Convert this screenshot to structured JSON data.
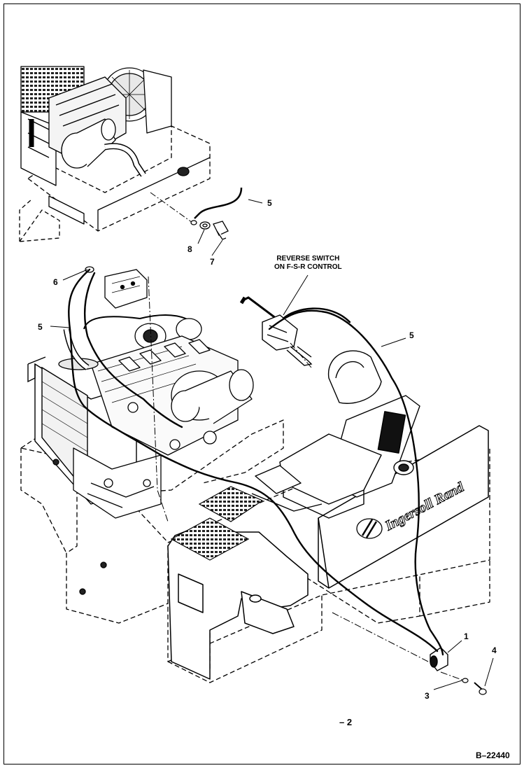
{
  "diagram": {
    "callout_reverse_switch": [
      "REVERSE SWITCH",
      "ON F-S-R CONTROL"
    ],
    "numbers": {
      "n1": "1",
      "n3": "3",
      "n4": "4",
      "n5_top": "5",
      "n5_left": "5",
      "n5_right": "5",
      "n6": "6",
      "n7": "7",
      "n8": "8"
    },
    "sheet_mark": "– 2",
    "figure_id": "B–22440",
    "brand_text": "Ingersoll Rand"
  },
  "colors": {
    "ink": "#000000",
    "paper": "#ffffff",
    "shade": "#d8d8d8"
  }
}
